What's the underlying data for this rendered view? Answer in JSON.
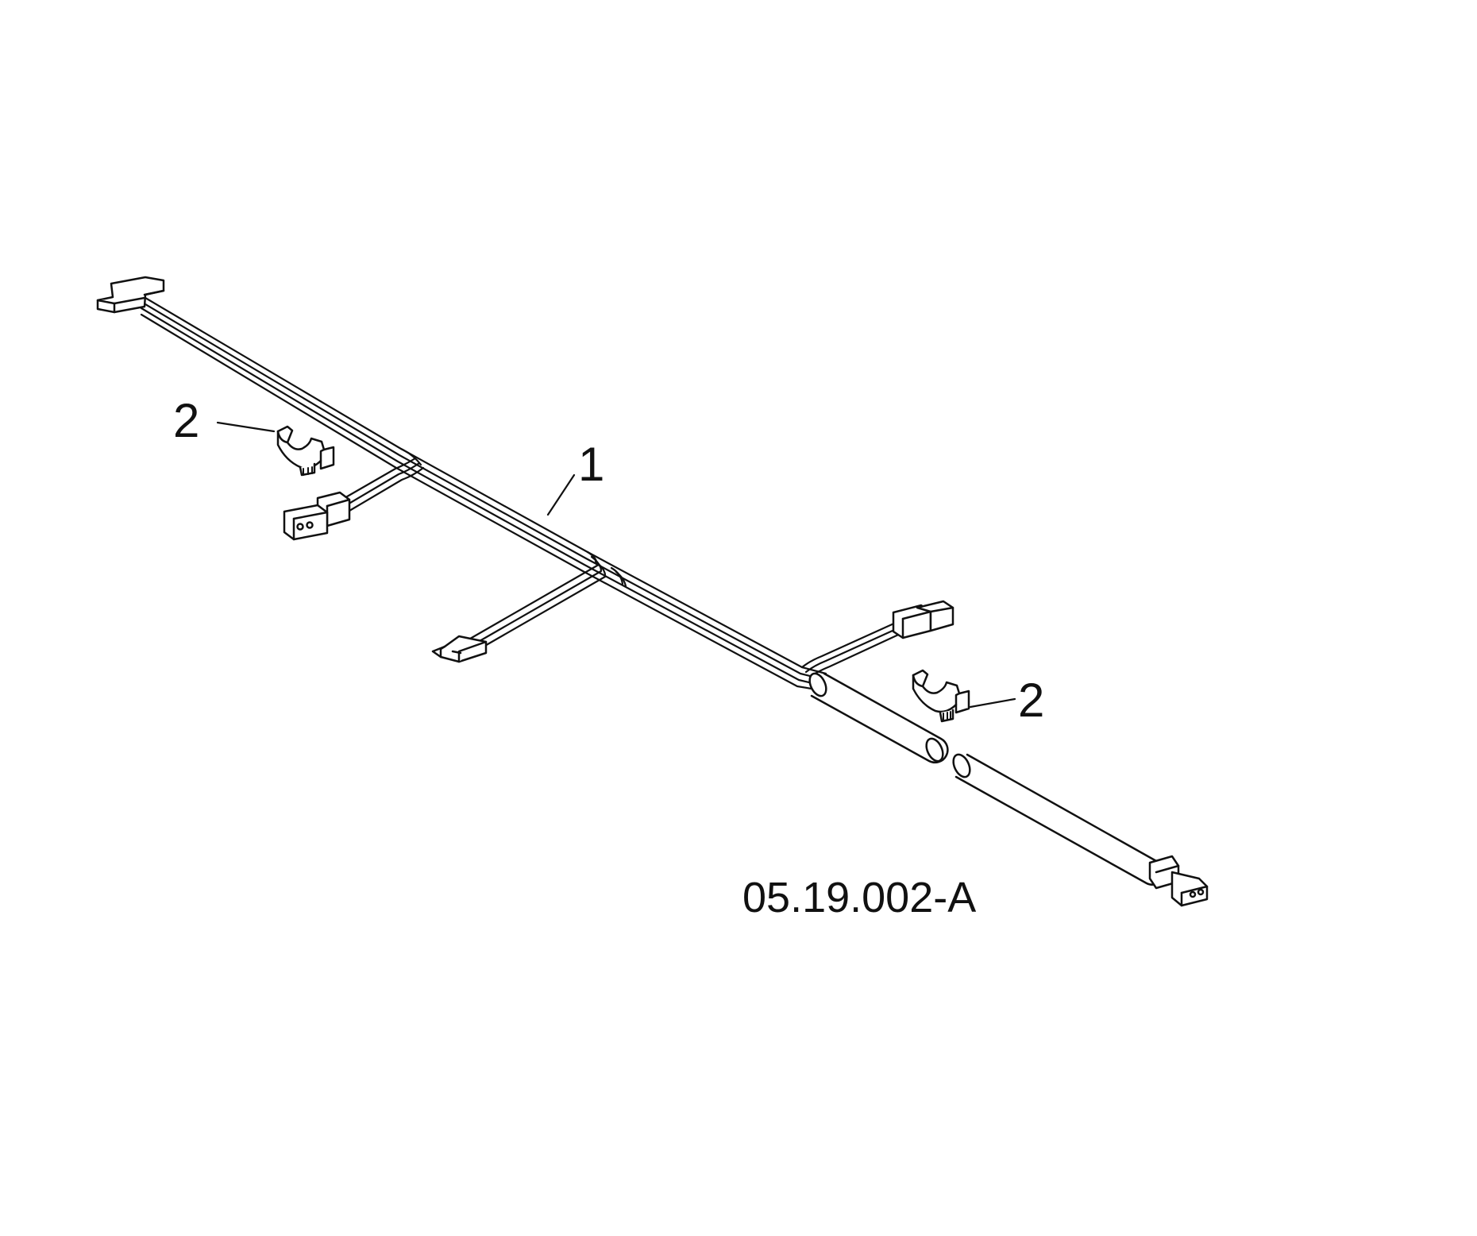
{
  "callouts": {
    "harness": "1",
    "clip_left": "2",
    "clip_right": "2"
  },
  "figure_id": "05.19.002-A",
  "colors": {
    "ink": "#111111",
    "paper": "#ffffff"
  }
}
